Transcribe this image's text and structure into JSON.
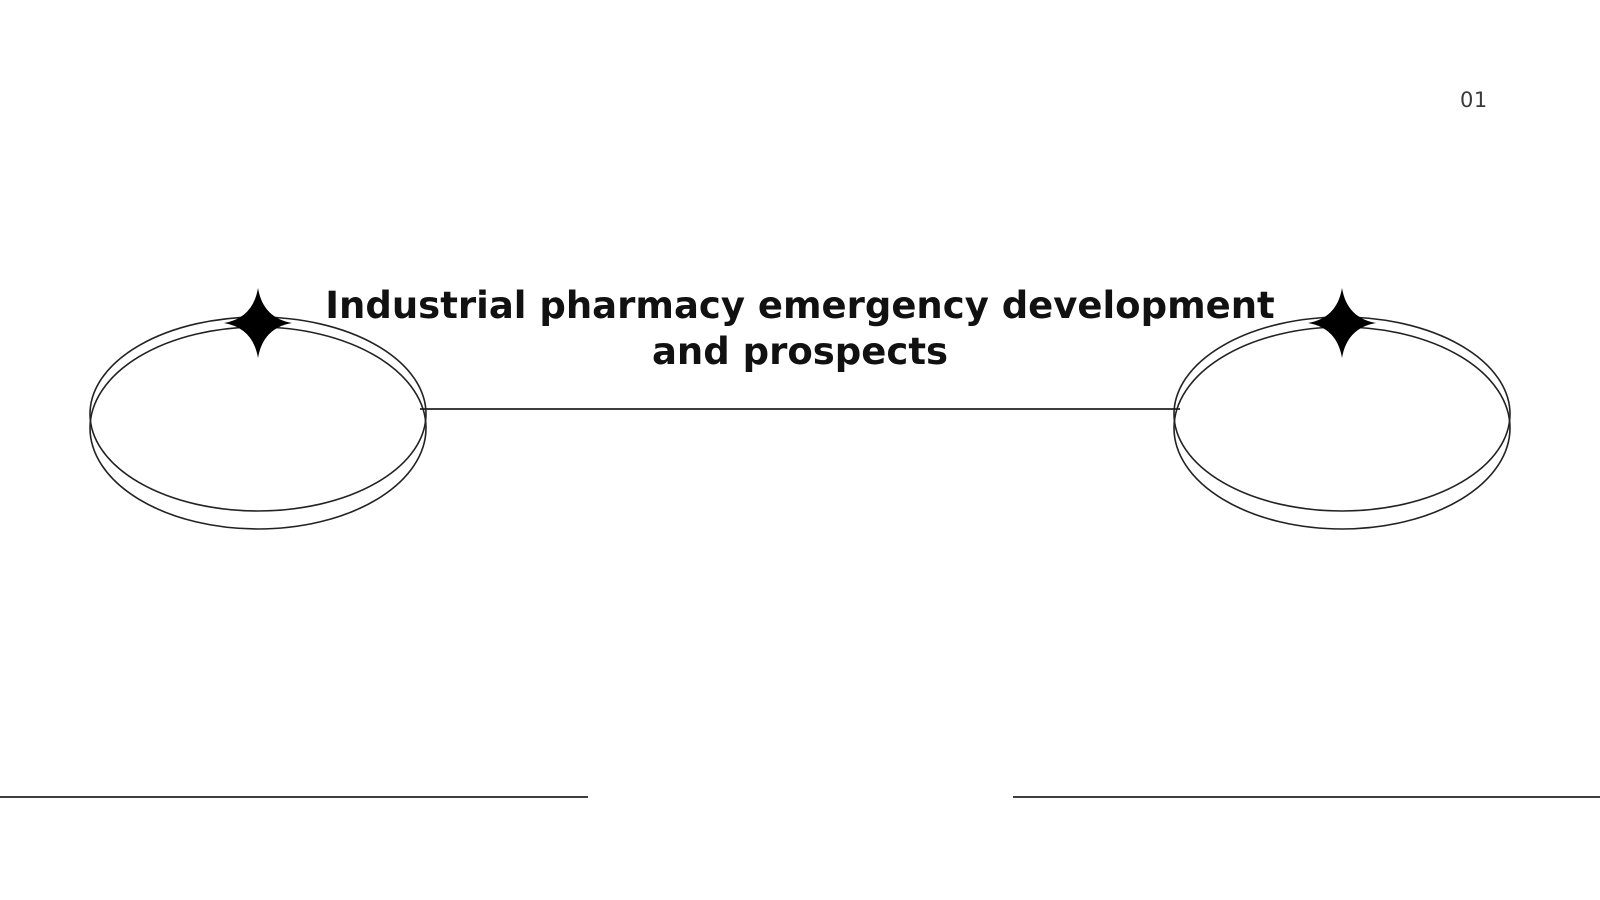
{
  "slide": {
    "title": "Industrial pharmacy emergency development and prospects",
    "page_number": "01"
  },
  "colors": {
    "background": "#ffffff",
    "ink": "#111111",
    "page_number": "#3a3a3a"
  },
  "icons": [
    "four-point-star-icon",
    "double-ellipse-ring"
  ]
}
